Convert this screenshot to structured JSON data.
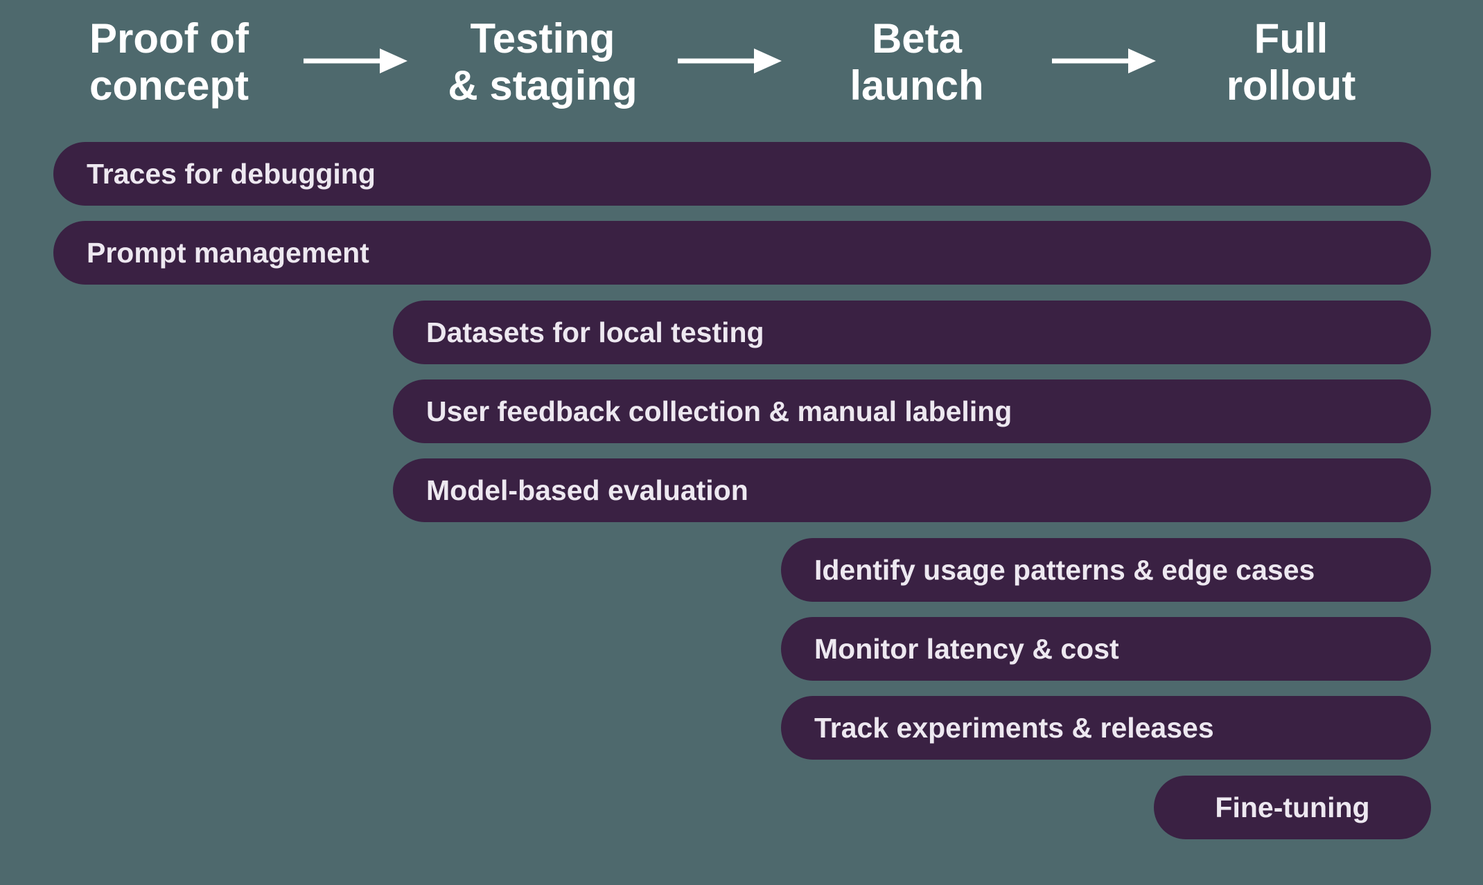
{
  "diagram": {
    "title_implicit": "LLM product development lifecycle roadmap",
    "colors": {
      "background": "#4E696D",
      "bar_fill": "#3A2143",
      "bar_text": "#EDE8F0",
      "header_text": "#FFFFFF",
      "arrow": "#FFFFFF"
    },
    "phases": [
      {
        "label": "Proof of\nconcept"
      },
      {
        "label": "Testing\n& staging"
      },
      {
        "label": "Beta\nlaunch"
      },
      {
        "label": "Full\nrollout"
      }
    ],
    "bars": [
      {
        "label": "Traces for debugging",
        "start_phase": "Proof of concept",
        "end_phase": "Full rollout"
      },
      {
        "label": "Prompt management",
        "start_phase": "Proof of concept",
        "end_phase": "Full rollout"
      },
      {
        "label": "Datasets for local testing",
        "start_phase": "Testing & staging",
        "end_phase": "Full rollout"
      },
      {
        "label": "User feedback collection & manual labeling",
        "start_phase": "Testing & staging",
        "end_phase": "Full rollout"
      },
      {
        "label": "Model-based evaluation",
        "start_phase": "Testing & staging",
        "end_phase": "Full rollout"
      },
      {
        "label": "Identify usage patterns & edge cases",
        "start_phase": "Beta launch",
        "end_phase": "Full rollout"
      },
      {
        "label": "Monitor latency & cost",
        "start_phase": "Beta launch",
        "end_phase": "Full rollout"
      },
      {
        "label": "Track experiments & releases",
        "start_phase": "Beta launch",
        "end_phase": "Full rollout"
      },
      {
        "label": "Fine-tuning",
        "start_phase": "Full rollout",
        "end_phase": "Full rollout"
      }
    ]
  }
}
